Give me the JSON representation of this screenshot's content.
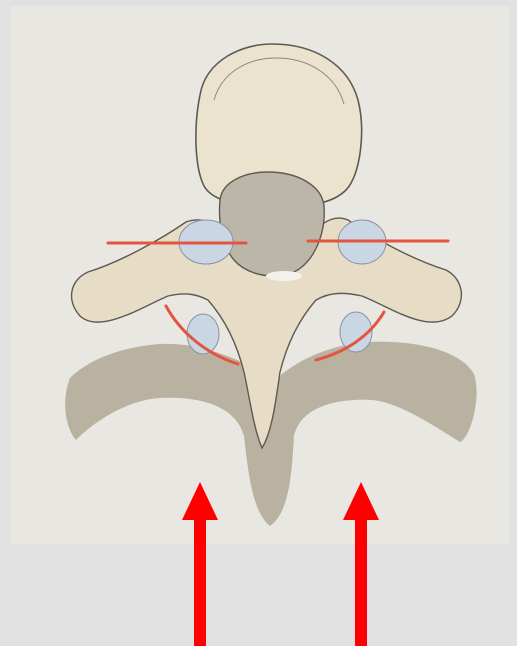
{
  "figure": {
    "background_color": "#e1e1e1",
    "panel_color": "#e9e7e2",
    "bone_color": "#e7dcc5",
    "bone_outline_color": "#5e5a52",
    "shadow_vertebra_color": "#bab2a1",
    "canal_color": "#bcb6a9",
    "facet_color": "#c9d6e4",
    "cut_line_color": "#e2553e",
    "arrow_color": "#ff0000",
    "elements": {
      "vertebral_body": "vertebral-body",
      "spinal_canal": "spinal-canal",
      "transverse_processes": 2,
      "facet_joints": 4,
      "horizontal_cut_lines": 2,
      "curved_cut_lines": 2,
      "arrows": 2
    }
  }
}
